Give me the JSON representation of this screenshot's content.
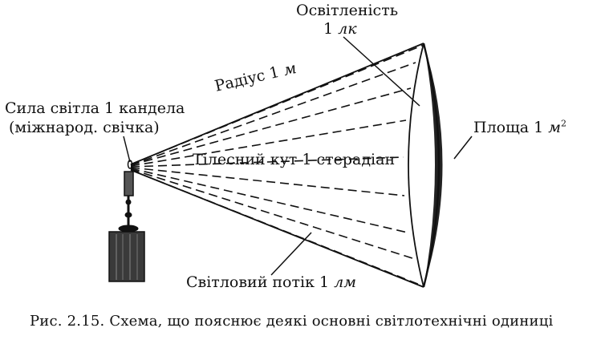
{
  "labels": {
    "illuminance_title": "Освітленість",
    "illuminance_value": "1",
    "illuminance_unit": "лк",
    "radius_text": "Радіус 1",
    "radius_unit": "м",
    "intensity_line1": "Сила світла 1 кандела",
    "intensity_line2": "(міжнарод. свічка)",
    "solid_angle": "Тілесний кут 1 стерадіан",
    "area_text": "Площа 1",
    "area_unit": "м",
    "area_exp": "2",
    "flux_text": "Світловий потік 1",
    "flux_unit": "лм"
  },
  "caption": "Рис. 2.15. Схема, що пояснює деякі основні світлотехнічні одиниці",
  "colors": {
    "ink": "#111111",
    "background": "#ffffff"
  }
}
